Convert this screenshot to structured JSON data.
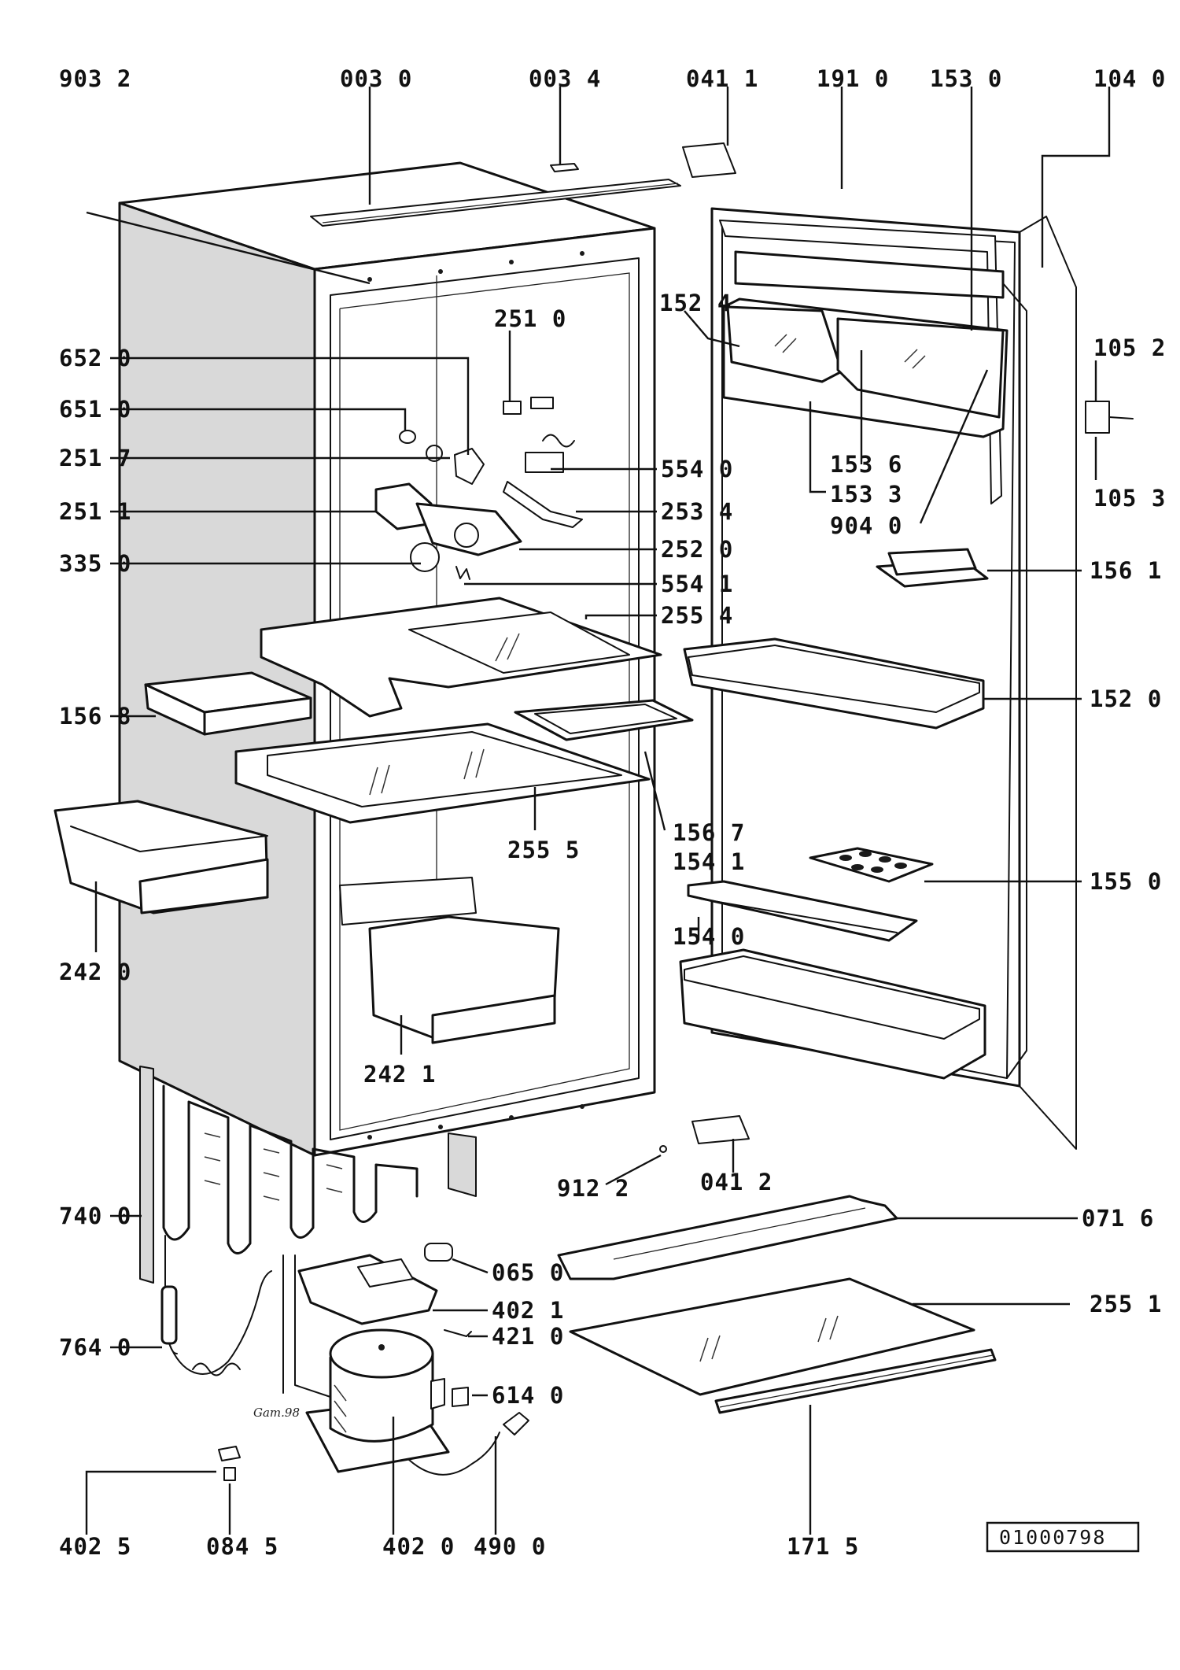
{
  "document_number": "01000798",
  "signature": "Gam.98",
  "part_labels": [
    {
      "id": "9032",
      "text": "903 2"
    },
    {
      "id": "0030",
      "text": "003 0"
    },
    {
      "id": "0034",
      "text": "003 4"
    },
    {
      "id": "0411",
      "text": "041 1"
    },
    {
      "id": "1910",
      "text": "191 0"
    },
    {
      "id": "1530",
      "text": "153 0"
    },
    {
      "id": "1040",
      "text": "104 0"
    },
    {
      "id": "1524",
      "text": "152 4"
    },
    {
      "id": "2510",
      "text": "251 0"
    },
    {
      "id": "1052",
      "text": "105 2"
    },
    {
      "id": "6520",
      "text": "652 0"
    },
    {
      "id": "6510",
      "text": "651 0"
    },
    {
      "id": "2517",
      "text": "251 7"
    },
    {
      "id": "5540",
      "text": "554 0"
    },
    {
      "id": "1536",
      "text": "153 6"
    },
    {
      "id": "2511",
      "text": "251 1"
    },
    {
      "id": "2534",
      "text": "253 4"
    },
    {
      "id": "1533",
      "text": "153 3"
    },
    {
      "id": "1053",
      "text": "105 3"
    },
    {
      "id": "9040",
      "text": "904 0"
    },
    {
      "id": "2520",
      "text": "252 0"
    },
    {
      "id": "3350",
      "text": "335 0"
    },
    {
      "id": "1561",
      "text": "156 1"
    },
    {
      "id": "5541",
      "text": "554 1"
    },
    {
      "id": "2554",
      "text": "255 4"
    },
    {
      "id": "1568",
      "text": "156 8"
    },
    {
      "id": "1520",
      "text": "152 0"
    },
    {
      "id": "2555",
      "text": "255 5"
    },
    {
      "id": "1567",
      "text": "156 7"
    },
    {
      "id": "1541",
      "text": "154 1"
    },
    {
      "id": "1550",
      "text": "155 0"
    },
    {
      "id": "1540",
      "text": "154 0"
    },
    {
      "id": "2420",
      "text": "242 0"
    },
    {
      "id": "2421",
      "text": "242 1"
    },
    {
      "id": "9122",
      "text": "912 2"
    },
    {
      "id": "0412",
      "text": "041 2"
    },
    {
      "id": "7400",
      "text": "740 0"
    },
    {
      "id": "0716",
      "text": "071 6"
    },
    {
      "id": "0650",
      "text": "065 0"
    },
    {
      "id": "4021",
      "text": "402 1"
    },
    {
      "id": "2551",
      "text": "255 1"
    },
    {
      "id": "7640",
      "text": "764 0"
    },
    {
      "id": "4210",
      "text": "421 0"
    },
    {
      "id": "6140",
      "text": "614 0"
    },
    {
      "id": "4025",
      "text": "402 5"
    },
    {
      "id": "0845",
      "text": "084 5"
    },
    {
      "id": "4020",
      "text": "402 0"
    },
    {
      "id": "4900",
      "text": "490 0"
    },
    {
      "id": "1715",
      "text": "171 5"
    }
  ]
}
